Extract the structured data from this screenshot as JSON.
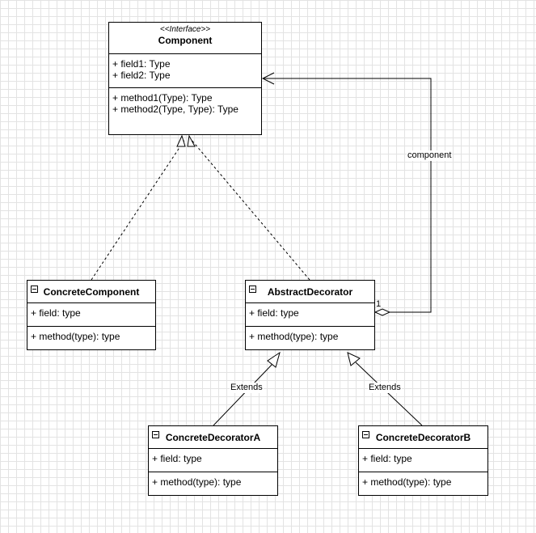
{
  "colors": {
    "grid": "#e3e3e3",
    "stroke": "#000000",
    "fill": "#ffffff"
  },
  "interface": {
    "stereotype": "<<Interface>>",
    "name": "Component",
    "fields": [
      "+ field1: Type",
      "+ field2: Type"
    ],
    "methods": [
      "+ method1(Type): Type",
      "+ method2(Type, Type): Type"
    ]
  },
  "classes": {
    "concrete_component": {
      "name": "ConcreteComponent",
      "fields": [
        "+ field: type"
      ],
      "methods": [
        "+ method(type): type"
      ]
    },
    "abstract_decorator": {
      "name": "AbstractDecorator",
      "fields": [
        "+ field: type"
      ],
      "methods": [
        "+ method(type): type"
      ]
    },
    "concrete_decorator_a": {
      "name": "ConcreteDecoratorA",
      "fields": [
        "+ field: type"
      ],
      "methods": [
        "+ method(type): type"
      ]
    },
    "concrete_decorator_b": {
      "name": "ConcreteDecoratorB",
      "fields": [
        "+ field: type"
      ],
      "methods": [
        "+ method(type): type"
      ]
    }
  },
  "relations": {
    "component_label": "component",
    "multiplicity": "1",
    "extends_a": "Extends",
    "extends_b": "Extends"
  },
  "icons": {
    "collapse": "collapse-minus-icon"
  }
}
